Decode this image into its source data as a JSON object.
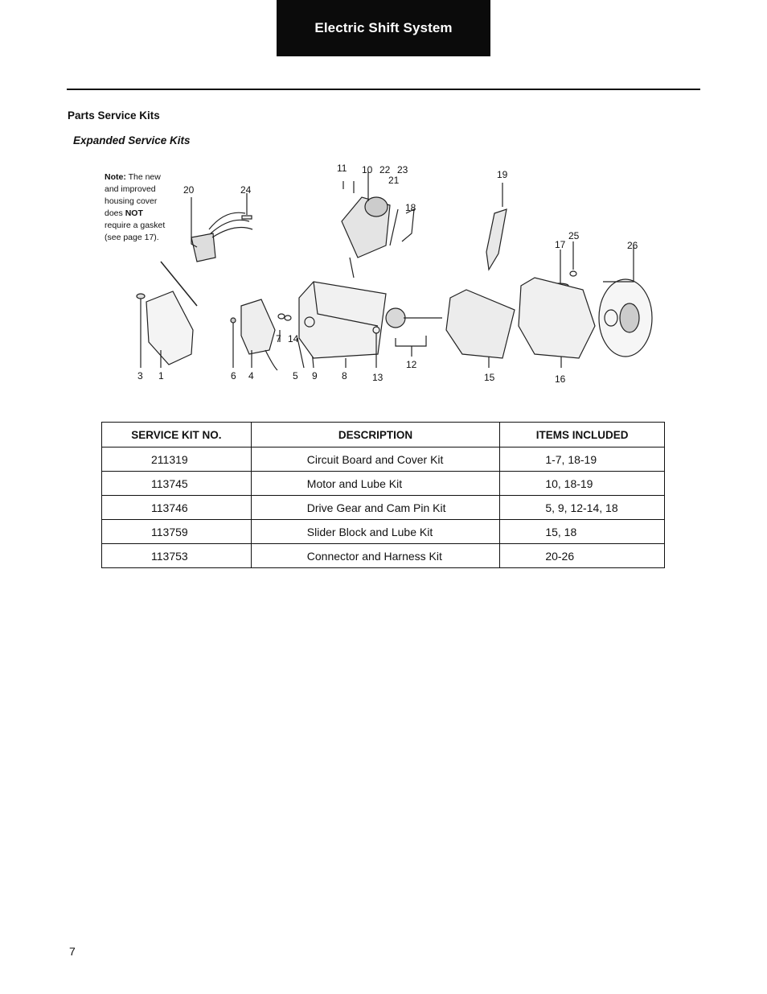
{
  "header": {
    "title": "Electric Shift System"
  },
  "section": {
    "title": "Parts Service Kits",
    "subtitle": "Expanded Service Kits"
  },
  "note": {
    "label": "Note:",
    "text_before": " The new and improved housing cover does ",
    "emphasis": "NOT",
    "text_after": " require a gasket (see page 17)."
  },
  "diagram": {
    "callouts": [
      "1",
      "3",
      "4",
      "5",
      "6",
      "7",
      "8",
      "9",
      "10",
      "11",
      "12",
      "13",
      "14",
      "15",
      "16",
      "17",
      "18",
      "19",
      "20",
      "21",
      "22",
      "23",
      "24",
      "25",
      "26"
    ]
  },
  "table": {
    "headers": [
      "SERVICE KIT NO.",
      "DESCRIPTION",
      "ITEMS INCLUDED"
    ],
    "rows": [
      [
        "211319",
        "Circuit Board and Cover Kit",
        "1-7, 18-19"
      ],
      [
        "113745",
        "Motor and Lube Kit",
        "10, 18-19"
      ],
      [
        "113746",
        "Drive Gear and Cam Pin Kit",
        "5, 9, 12-14, 18"
      ],
      [
        "113759",
        "Slider Block and Lube Kit",
        "15, 18"
      ],
      [
        "113753",
        "Connector and Harness Kit",
        "20-26"
      ]
    ]
  },
  "page": {
    "number": "7"
  }
}
